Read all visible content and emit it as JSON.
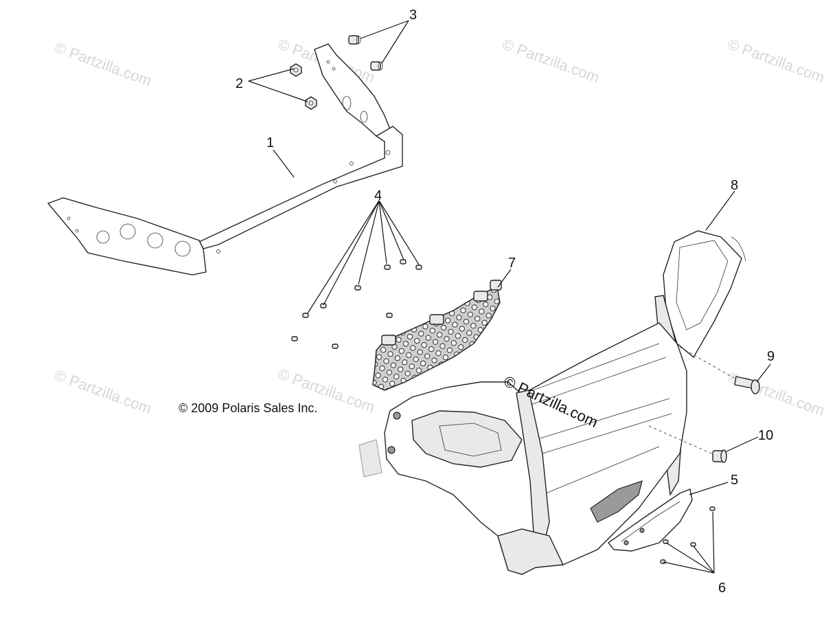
{
  "diagram": {
    "copyright": "© 2009 Polaris Sales Inc.",
    "watermark": "© Partzilla.com",
    "callouts": {
      "c1": "1",
      "c2": "2",
      "c3": "3",
      "c4": "4",
      "c5": "5",
      "c6": "6",
      "c7": "7",
      "c8": "8",
      "c9": "9",
      "c10": "10"
    }
  }
}
